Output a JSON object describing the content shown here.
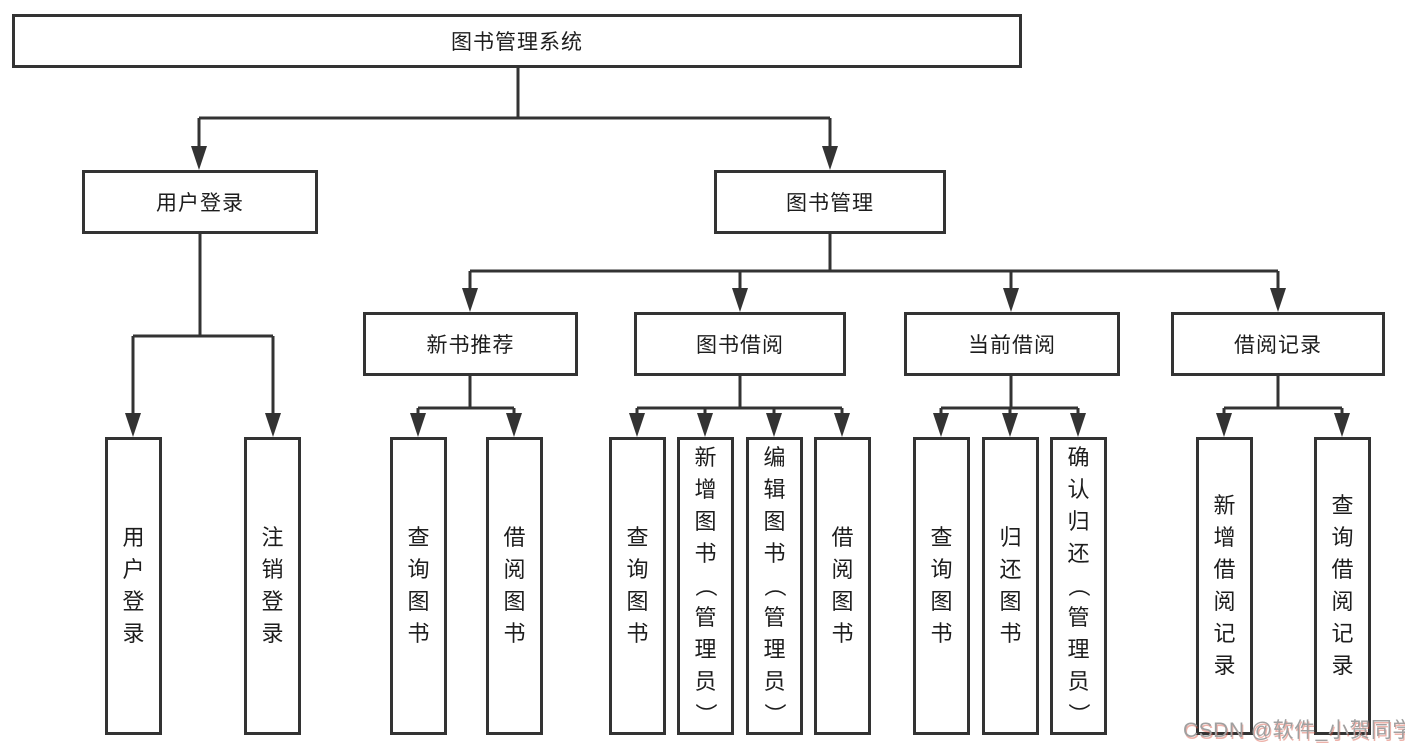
{
  "diagram_type": "hierarchy-tree",
  "tree": {
    "root": {
      "label": "图书管理系统"
    },
    "branches": [
      {
        "label": "用户登录",
        "children": [
          {
            "label": "用户登录"
          },
          {
            "label": "注销登录"
          }
        ]
      },
      {
        "label": "图书管理",
        "children": [
          {
            "label": "新书推荐",
            "children": [
              {
                "label": "查询图书"
              },
              {
                "label": "借阅图书"
              }
            ]
          },
          {
            "label": "图书借阅",
            "children": [
              {
                "label": "查询图书"
              },
              {
                "label": "新增图书（管理员）"
              },
              {
                "label": "编辑图书（管理员）"
              },
              {
                "label": "借阅图书"
              }
            ]
          },
          {
            "label": "当前借阅",
            "children": [
              {
                "label": "查询图书"
              },
              {
                "label": "归还图书"
              },
              {
                "label": "确认归还（管理员）"
              }
            ]
          },
          {
            "label": "借阅记录",
            "children": [
              {
                "label": "新增借阅记录"
              },
              {
                "label": "查询借阅记录"
              }
            ]
          }
        ]
      }
    ]
  },
  "watermark": {
    "text": "CSDN @软件_小贺同学"
  },
  "colors": {
    "line": "#333333",
    "box_border": "#333333",
    "box_fill": "#ffffff",
    "text": "#1d1d1d",
    "watermark_gray": "#a0a0a0",
    "watermark_accent": "#d85442",
    "background": "#ffffff"
  }
}
